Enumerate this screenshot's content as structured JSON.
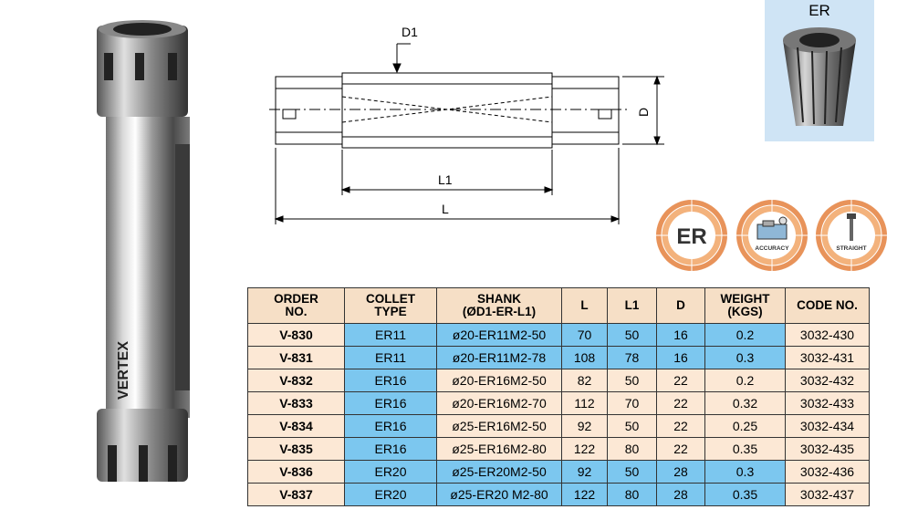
{
  "drawing": {
    "label_d1": "D1",
    "label_d": "D",
    "label_l1": "L1",
    "label_l": "L"
  },
  "er_panel": {
    "label": "ER"
  },
  "badges": {
    "er": "ER",
    "accuracy": "ACCURACY",
    "straight": "STRAIGHT"
  },
  "product": {
    "brand": "VERTEX"
  },
  "table": {
    "headers": [
      {
        "line1": "ORDER",
        "line2": "NO."
      },
      {
        "line1": "COLLET",
        "line2": "TYPE"
      },
      {
        "line1": "SHANK",
        "line2": "(ØD1-ER-L1)"
      },
      {
        "line1": "L",
        "line2": ""
      },
      {
        "line1": "L1",
        "line2": ""
      },
      {
        "line1": "D",
        "line2": ""
      },
      {
        "line1": "WEIGHT",
        "line2": "(KGS)"
      },
      {
        "line1": "CODE NO.",
        "line2": ""
      }
    ],
    "rows": [
      {
        "order": "V-830",
        "collet": "ER11",
        "shank": "ø20-ER11M2-50",
        "l": "70",
        "l1": "50",
        "d": "16",
        "weight": "0.2",
        "code": "3032-430"
      },
      {
        "order": "V-831",
        "collet": "ER11",
        "shank": "ø20-ER11M2-78",
        "l": "108",
        "l1": "78",
        "d": "16",
        "weight": "0.3",
        "code": "3032-431"
      },
      {
        "order": "V-832",
        "collet": "ER16",
        "shank": "ø20-ER16M2-50",
        "l": "82",
        "l1": "50",
        "d": "22",
        "weight": "0.2",
        "code": "3032-432"
      },
      {
        "order": "V-833",
        "collet": "ER16",
        "shank": "ø20-ER16M2-70",
        "l": "112",
        "l1": "70",
        "d": "22",
        "weight": "0.32",
        "code": "3032-433"
      },
      {
        "order": "V-834",
        "collet": "ER16",
        "shank": "ø25-ER16M2-50",
        "l": "92",
        "l1": "50",
        "d": "22",
        "weight": "0.25",
        "code": "3032-434"
      },
      {
        "order": "V-835",
        "collet": "ER16",
        "shank": "ø25-ER16M2-80",
        "l": "122",
        "l1": "80",
        "d": "22",
        "weight": "0.35",
        "code": "3032-435"
      },
      {
        "order": "V-836",
        "collet": "ER20",
        "shank": "ø25-ER20M2-50",
        "l": "92",
        "l1": "50",
        "d": "28",
        "weight": "0.3",
        "code": "3032-436"
      },
      {
        "order": "V-837",
        "collet": "ER20",
        "shank": "ø25-ER20 M2-80",
        "l": "122",
        "l1": "80",
        "d": "28",
        "weight": "0.35",
        "code": "3032-437"
      }
    ]
  },
  "colors": {
    "header_bg": "#f6dfc6",
    "row_bg": "#fce8d5",
    "highlight_blue": "#7cc7ef",
    "panel_blue": "#cfe4f5",
    "badge_orange": "#e8935a"
  }
}
